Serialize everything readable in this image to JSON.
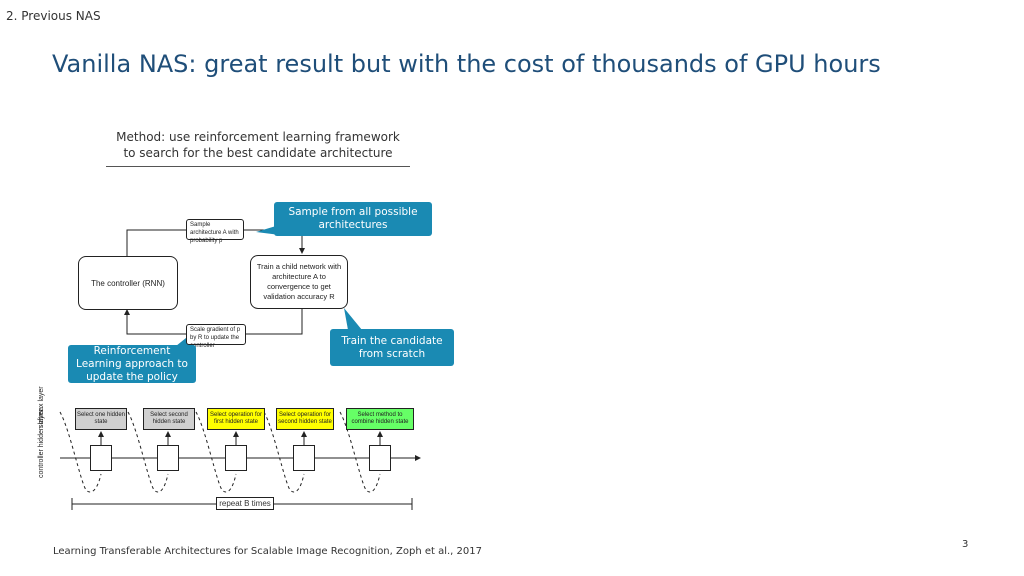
{
  "section": "2. Previous NAS",
  "title": "Vanilla NAS: great result but with the cost of thousands of GPU hours",
  "method": {
    "line1": "Method: use reinforcement learning framework",
    "line2": "to search for the best candidate architecture"
  },
  "diagram": {
    "controller": "The controller (RNN)",
    "sample_box": "Sample architecture A with probability p",
    "child_box": "Train a child network with architecture A to convergence to get validation accuracy R",
    "scale_box": "Scale gradient of p by R to update the controller"
  },
  "callouts": {
    "sample_all": "Sample from all possible architectures",
    "train_scratch": "Train the candidate from scratch",
    "reinforcement": "Reinforcement Learning approach to update the policy"
  },
  "sequence": {
    "softmax_label": "softmax layer",
    "hidden_label": "controller hidden layer",
    "steps": [
      {
        "label": "Select one hidden state",
        "color": "#d0d0d0"
      },
      {
        "label": "Select second hidden state",
        "color": "#d0d0d0"
      },
      {
        "label": "Select operation for first hidden state",
        "color": "#ffff00"
      },
      {
        "label": "Select operation for second hidden state",
        "color": "#ffff00"
      },
      {
        "label": "Select method to combine hidden state",
        "color": "#66ff66"
      }
    ],
    "repeat": "repeat B times"
  },
  "footer": "Learning Transferable Architectures for Scalable Image Recognition, Zoph et al., 2017",
  "page_number": "3",
  "colors": {
    "title": "#1f4e79",
    "callout": "#1a8ab3"
  }
}
